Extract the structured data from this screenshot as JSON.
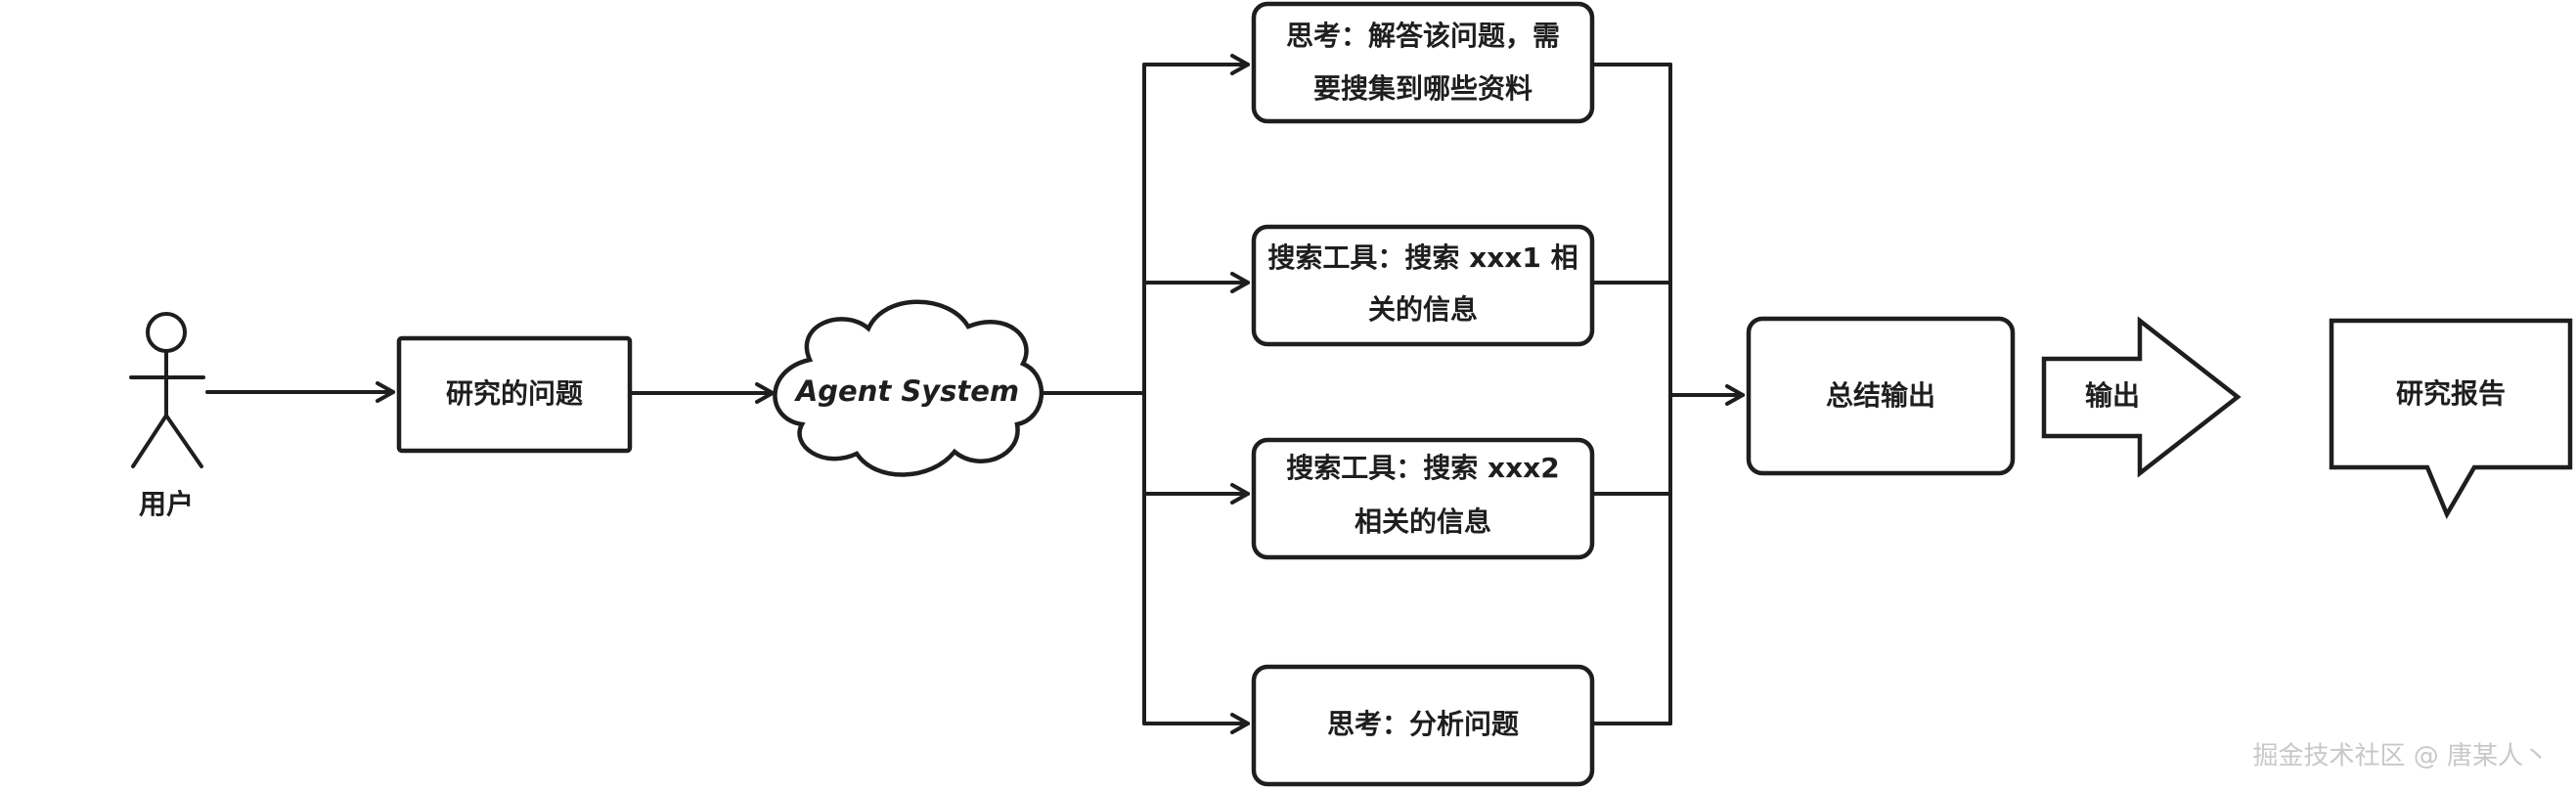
{
  "actor": {
    "label": "用户"
  },
  "nodes": {
    "research_question": "研究的问题",
    "agent_system": "Agent System",
    "think_1": {
      "line1": "思考：解答该问题，需",
      "line2": "要搜集到哪些资料"
    },
    "search_1": {
      "line1": "搜索工具：搜索 xxx1 相",
      "line2": "关的信息"
    },
    "search_2": {
      "line1": "搜索工具：搜索 xxx2",
      "line2": "相关的信息"
    },
    "think_2": "思考：分析问题",
    "summarize": "总结输出",
    "output_arrow": "输出",
    "report": "研究报告"
  },
  "watermark": "掘金技术社区 @ 唐某人丶"
}
